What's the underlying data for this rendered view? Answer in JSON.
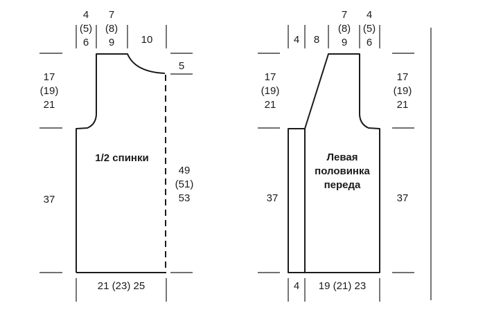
{
  "back": {
    "label": "1/2 спинки",
    "top_shoulder_side": [
      "4",
      "(5)",
      "6"
    ],
    "top_shoulder": [
      "7",
      "(8)",
      "9"
    ],
    "top_neck": "10",
    "neck_depth": "5",
    "armhole_height": [
      "17",
      "(19)",
      "21"
    ],
    "side_height": "37",
    "total_height": [
      "49",
      "(51)",
      "53"
    ],
    "bottom_width": "21 (23) 25"
  },
  "front": {
    "label": [
      "Левая",
      "половинка",
      "переда"
    ],
    "top_band": "4",
    "top_neck": "8",
    "top_shoulder": [
      "7",
      "(8)",
      "9"
    ],
    "top_shoulder_side": [
      "4",
      "(5)",
      "6"
    ],
    "armhole_height_left": [
      "17",
      "(19)",
      "21"
    ],
    "armhole_height_right": [
      "17",
      "(19)",
      "21"
    ],
    "side_height_left": "37",
    "side_height_right": "37",
    "bottom_band": "4",
    "bottom_width": "19 (21) 23"
  }
}
